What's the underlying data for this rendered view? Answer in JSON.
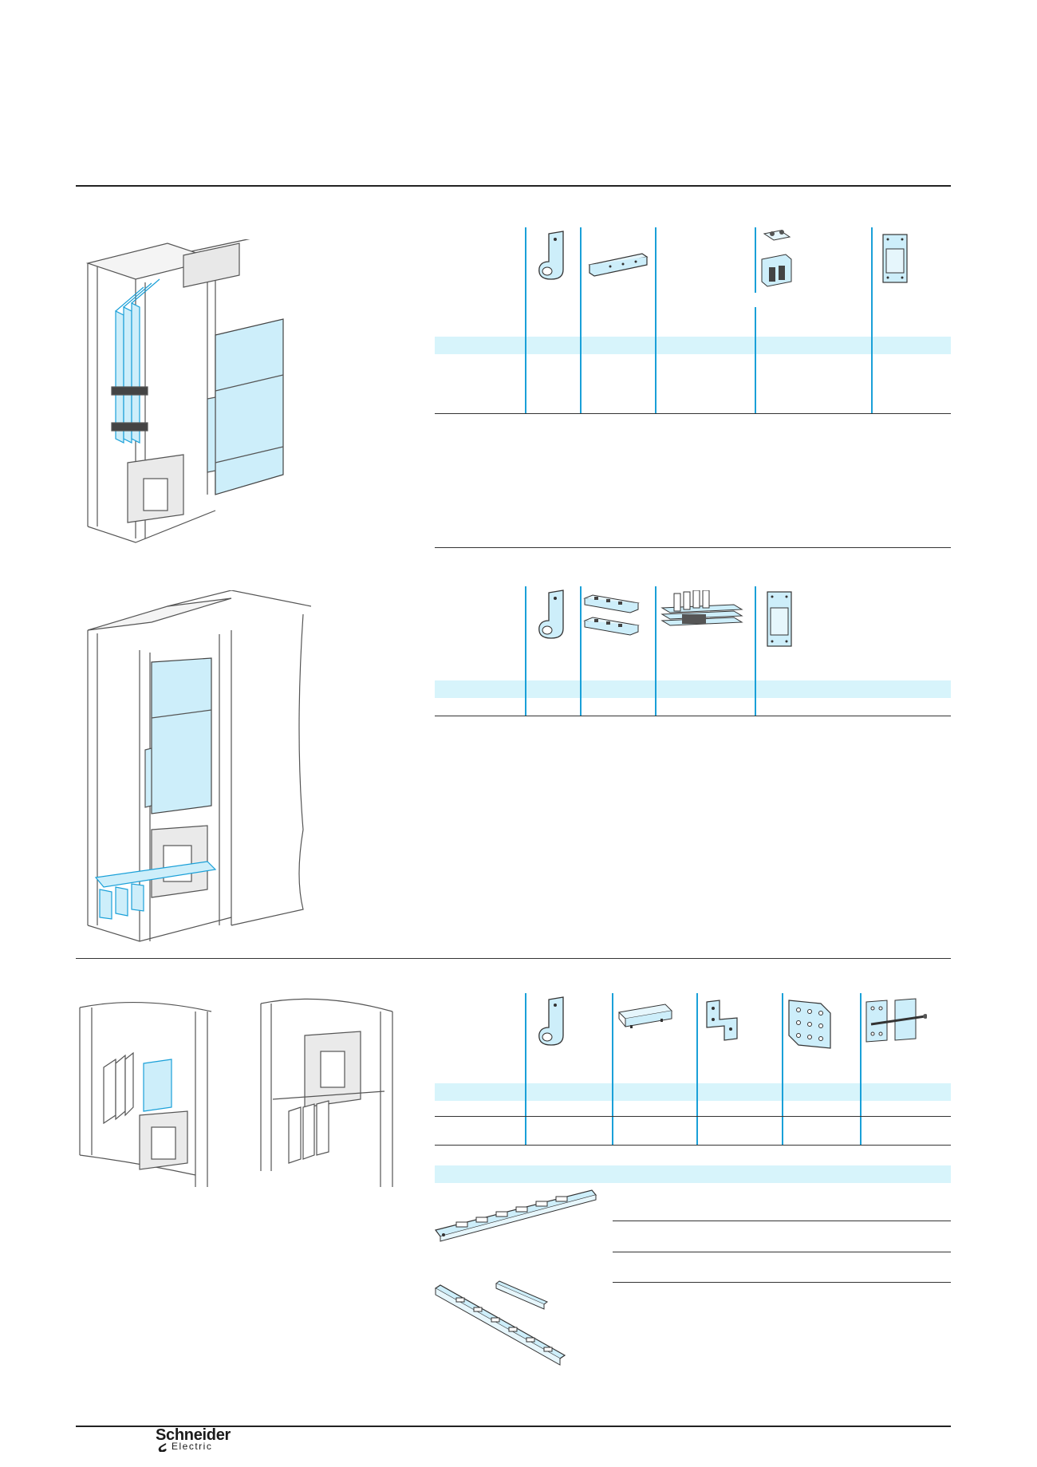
{
  "footer": {
    "logo_line1": "Schneider",
    "logo_line2": "Electric",
    "logo_alt": "Schneider Electric logo"
  },
  "colors": {
    "accent_blue": "#1aa0d8",
    "band_fill": "#d7f4fb",
    "part_fill": "#cdeefa",
    "line": "#333333"
  },
  "icons": {
    "cubicle_assembly": "cubicle-assembly-illustration",
    "j_connector": "j-connector-icon",
    "flat_link": "flat-link-icon",
    "terminal_block": "terminal-block-icon",
    "mounting_plate": "mounting-plate-icon",
    "busbar_comb": "busbar-comb-icon",
    "bar_cover": "bar-cover-icon",
    "angle_bracket": "angle-bracket-icon",
    "drilled_plate": "drilled-plate-icon",
    "bolted_plate": "bolted-plate-icon",
    "support_rail": "support-rail-icon"
  }
}
